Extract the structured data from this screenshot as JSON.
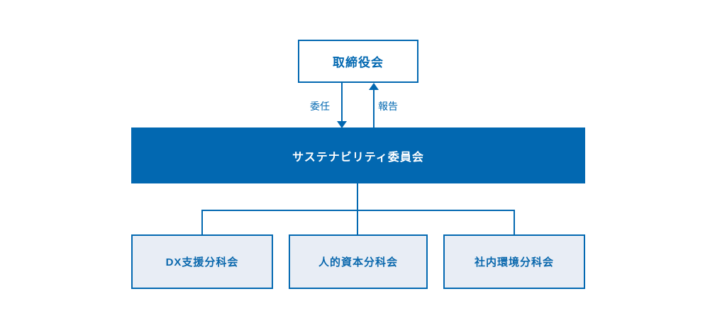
{
  "diagram": {
    "title": "sustainability-governance-org-chart",
    "board": {
      "label": "取締役会"
    },
    "edges": {
      "delegate_label": "委任",
      "report_label": "報告"
    },
    "committee": {
      "label": "サステナビリティ委員会"
    },
    "subcommittees": [
      {
        "label": "DX支援分科会"
      },
      {
        "label": "人的資本分科会"
      },
      {
        "label": "社内環境分科会"
      }
    ],
    "colors": {
      "primary_blue": "#0268b1",
      "light_fill": "#e8edf5",
      "background": "#ffffff",
      "bar_text": "#ffffff"
    }
  }
}
